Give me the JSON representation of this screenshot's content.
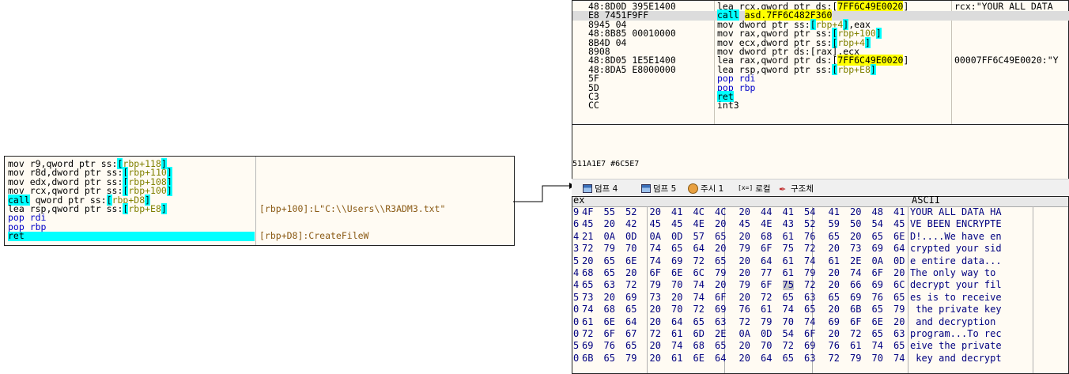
{
  "left_snippet": {
    "lines": [
      {
        "pre": "mov r9,qword ptr ss:",
        "reg": "rbp+118",
        "post": ""
      },
      {
        "pre": "mov r8d,dword ptr ss:",
        "reg": "rbp+110",
        "post": ""
      },
      {
        "pre": "mov edx,dword ptr ss:",
        "reg": "rbp+108",
        "post": ""
      },
      {
        "pre": "mov rcx,qword ptr ss:",
        "reg": "rbp+100",
        "post": ""
      },
      {
        "call": "call",
        "pre": " qword ptr ss:",
        "reg": "rbp+D8",
        "post": ""
      },
      {
        "pre": "lea rsp,qword ptr ss:",
        "reg": "rbp+E8",
        "post": ""
      },
      {
        "pop": "pop rdi"
      },
      {
        "pop": "pop rbp"
      },
      {
        "ret": "ret"
      }
    ],
    "comments": [
      "[rbp+100]:L\"C:\\\\Users\\\\R3ADM3.txt\"",
      "[rbp+D8]:CreateFileW"
    ]
  },
  "disasm": {
    "rows": [
      {
        "bytes": "48:8D0D 395E1400",
        "instr": [
          [
            "t",
            "lea rcx,qword ptr "
          ],
          [
            "seg",
            "ds:"
          ],
          [
            "t",
            "["
          ],
          [
            "y",
            "7FF6C49E0020"
          ],
          [
            "t",
            "]"
          ]
        ],
        "cmt": "rcx:\"YOUR ALL DATA"
      },
      {
        "bytes": "E8 7451F9FF",
        "cur": true,
        "instr": [
          [
            "call",
            "call"
          ],
          [
            "t",
            " "
          ],
          [
            "y",
            "asd.7FF6C482F360"
          ]
        ],
        "cmt": ""
      },
      {
        "bytes": "8945 04",
        "instr": [
          [
            "t",
            "mov dword ptr "
          ],
          [
            "seg",
            "ss:"
          ],
          [
            "rb",
            "["
          ],
          [
            "r",
            "rbp+4"
          ],
          [
            "rb",
            "]"
          ],
          [
            "t",
            ",eax"
          ]
        ],
        "cmt": ""
      },
      {
        "bytes": "48:8B85 00010000",
        "instr": [
          [
            "t",
            "mov rax,qword ptr "
          ],
          [
            "seg",
            "ss:"
          ],
          [
            "rb",
            "["
          ],
          [
            "r",
            "rbp+100"
          ],
          [
            "rb",
            "]"
          ]
        ],
        "cmt": ""
      },
      {
        "bytes": "8B4D 04",
        "instr": [
          [
            "t",
            "mov ecx,dword ptr "
          ],
          [
            "seg",
            "ss:"
          ],
          [
            "rb",
            "["
          ],
          [
            "r",
            "rbp+4"
          ],
          [
            "rb",
            "]"
          ]
        ],
        "cmt": ""
      },
      {
        "bytes": "8908",
        "instr": [
          [
            "t",
            "mov dword ptr "
          ],
          [
            "seg",
            "ds:"
          ],
          [
            "t",
            "[rax],ecx"
          ]
        ],
        "cmt": ""
      },
      {
        "bytes": "48:8D05 1E5E1400",
        "instr": [
          [
            "t",
            "lea rax,qword ptr "
          ],
          [
            "seg",
            "ds:"
          ],
          [
            "t",
            "["
          ],
          [
            "y",
            "7FF6C49E0020"
          ],
          [
            "t",
            "]"
          ]
        ],
        "cmt": "00007FF6C49E0020:\"Y"
      },
      {
        "bytes": "48:8DA5 E8000000",
        "instr": [
          [
            "t",
            "lea rsp,qword ptr "
          ],
          [
            "seg",
            "ss:"
          ],
          [
            "rb",
            "["
          ],
          [
            "r",
            "rbp+E8"
          ],
          [
            "rb",
            "]"
          ]
        ],
        "cmt": ""
      },
      {
        "bytes": "5F",
        "instr": [
          [
            "pop",
            "pop rdi"
          ]
        ],
        "cmt": ""
      },
      {
        "bytes": "5D",
        "instr": [
          [
            "pop",
            "pop rbp"
          ]
        ],
        "cmt": ""
      },
      {
        "bytes": "C3",
        "instr": [
          [
            "ret",
            "ret"
          ]
        ],
        "cmt": ""
      },
      {
        "bytes": "CC",
        "instr": [
          [
            "t",
            "int3"
          ]
        ],
        "cmt": ""
      }
    ]
  },
  "info_text": "511A1E7 #6C5E7",
  "tabs": [
    {
      "label": "덤프 4",
      "icon": "dump-icon"
    },
    {
      "label": "덤프 5",
      "icon": "dump-icon"
    },
    {
      "label": "주시 1",
      "icon": "watch-icon"
    },
    {
      "label": "로컬",
      "icon": "locals-icon",
      "prefix": "[x=]"
    },
    {
      "label": "구조체",
      "icon": "struct-icon"
    }
  ],
  "dump": {
    "hex_header": "ex",
    "ascii_header": "ASCII",
    "rows": [
      {
        "lead": "9",
        "hex": [
          "4F",
          "55",
          "52",
          "20",
          "41",
          "4C",
          "4C",
          "20",
          "44",
          "41",
          "54",
          "41",
          "20",
          "48",
          "41"
        ],
        "ascii": "YOUR ALL DATA HA"
      },
      {
        "lead": "6",
        "hex": [
          "45",
          "20",
          "42",
          "45",
          "45",
          "4E",
          "20",
          "45",
          "4E",
          "43",
          "52",
          "59",
          "50",
          "54",
          "45"
        ],
        "ascii": "VE BEEN ENCRYPTE"
      },
      {
        "lead": "4",
        "hex": [
          "21",
          "0A",
          "0D",
          "0A",
          "0D",
          "57",
          "65",
          "20",
          "68",
          "61",
          "76",
          "65",
          "20",
          "65",
          "6E"
        ],
        "ascii": "D!....We have en"
      },
      {
        "lead": "3",
        "hex": [
          "72",
          "79",
          "70",
          "74",
          "65",
          "64",
          "20",
          "79",
          "6F",
          "75",
          "72",
          "20",
          "73",
          "69",
          "64"
        ],
        "ascii": "crypted your sid"
      },
      {
        "lead": "5",
        "hex": [
          "20",
          "65",
          "6E",
          "74",
          "69",
          "72",
          "65",
          "20",
          "64",
          "61",
          "74",
          "61",
          "2E",
          "0A",
          "0D"
        ],
        "ascii": "e entire data..."
      },
      {
        "lead": "4",
        "hex": [
          "68",
          "65",
          "20",
          "6F",
          "6E",
          "6C",
          "79",
          "20",
          "77",
          "61",
          "79",
          "20",
          "74",
          "6F",
          "20"
        ],
        "ascii": "The only way to "
      },
      {
        "lead": "4",
        "hex": [
          "65",
          "63",
          "72",
          "79",
          "70",
          "74",
          "20",
          "79",
          "6F",
          "75",
          "72",
          "20",
          "66",
          "69",
          "6C"
        ],
        "ascii": "decrypt your fil",
        "sel": 9
      },
      {
        "lead": "5",
        "hex": [
          "73",
          "20",
          "69",
          "73",
          "20",
          "74",
          "6F",
          "20",
          "72",
          "65",
          "63",
          "65",
          "69",
          "76",
          "65"
        ],
        "ascii": "es is to receive"
      },
      {
        "lead": "0",
        "hex": [
          "74",
          "68",
          "65",
          "20",
          "70",
          "72",
          "69",
          "76",
          "61",
          "74",
          "65",
          "20",
          "6B",
          "65",
          "79"
        ],
        "ascii": " the private key"
      },
      {
        "lead": "0",
        "hex": [
          "61",
          "6E",
          "64",
          "20",
          "64",
          "65",
          "63",
          "72",
          "79",
          "70",
          "74",
          "69",
          "6F",
          "6E",
          "20"
        ],
        "ascii": " and decryption "
      },
      {
        "lead": "0",
        "hex": [
          "72",
          "6F",
          "67",
          "72",
          "61",
          "6D",
          "2E",
          "0A",
          "0D",
          "54",
          "6F",
          "20",
          "72",
          "65",
          "63"
        ],
        "ascii": "program...To rec"
      },
      {
        "lead": "5",
        "hex": [
          "69",
          "76",
          "65",
          "20",
          "74",
          "68",
          "65",
          "20",
          "70",
          "72",
          "69",
          "76",
          "61",
          "74",
          "65"
        ],
        "ascii": "eive the private"
      },
      {
        "lead": "0",
        "hex": [
          "6B",
          "65",
          "79",
          "20",
          "61",
          "6E",
          "64",
          "20",
          "64",
          "65",
          "63",
          "72",
          "79",
          "70",
          "74"
        ],
        "ascii": " key and decrypt"
      }
    ]
  }
}
